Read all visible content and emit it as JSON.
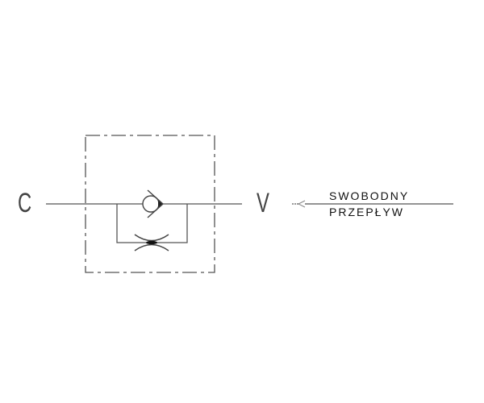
{
  "diagram": {
    "type": "hydraulic-schematic",
    "ports": {
      "left": "C",
      "right": "V"
    },
    "components": [
      "check-valve",
      "throttle-orifice",
      "dashed-enclosure"
    ],
    "annotation": {
      "line1": "SWOBODNY",
      "line2": "PRZEPŁYW"
    },
    "colors": {
      "line": "#444444",
      "background": "#ffffff",
      "text": "#111111"
    }
  }
}
